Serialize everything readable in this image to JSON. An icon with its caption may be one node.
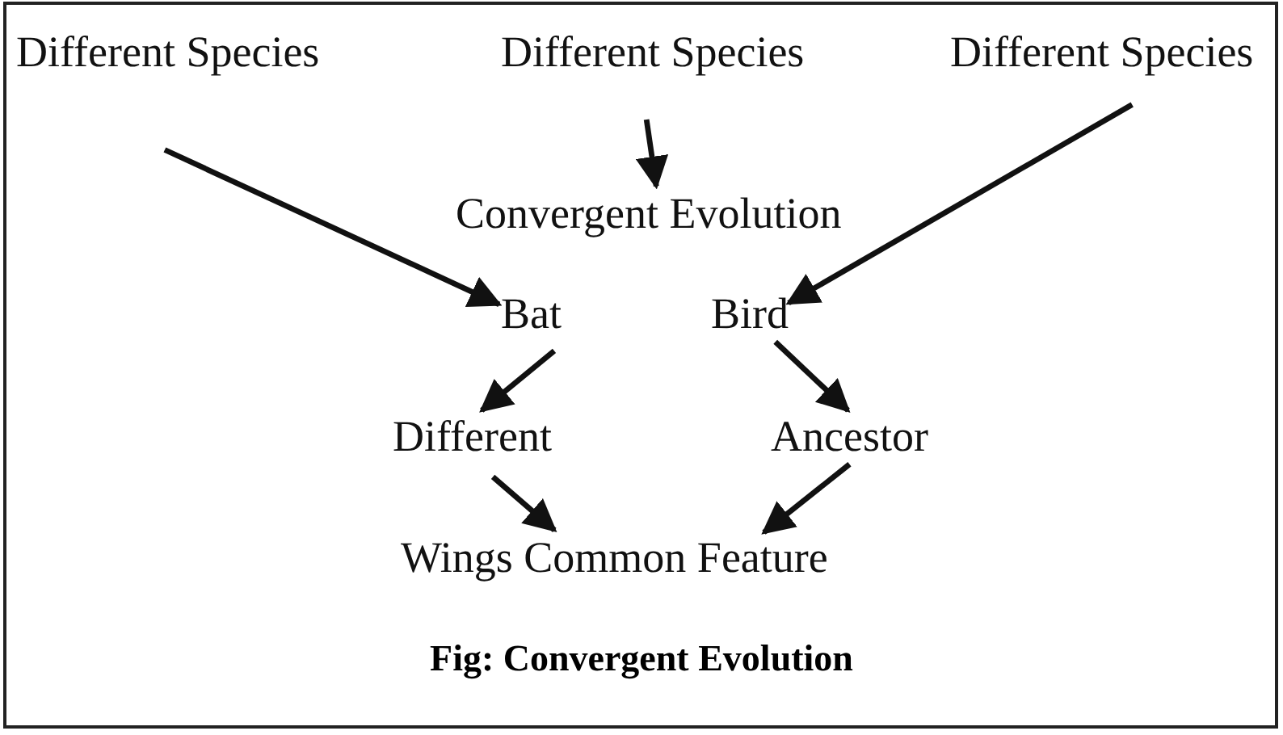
{
  "diagram": {
    "caption": "Fig: Convergent Evolution",
    "nodes": [
      {
        "text": [
          "Different Species"
        ]
      },
      {
        "text": [
          "Different Species"
        ]
      },
      {
        "text": [
          "Different Species"
        ]
      },
      {
        "text": [
          "Convergent Evolution"
        ]
      },
      {
        "text": [
          "Bat"
        ]
      },
      {
        "text": [
          "Bird"
        ]
      },
      {
        "text": [
          "Different"
        ]
      },
      {
        "text": [
          "Ancestor"
        ]
      },
      {
        "text": [
          "Wings Common Feature"
        ]
      }
    ],
    "edges": [
      {
        "from": 0,
        "to": 4,
        "arrow": "to"
      },
      {
        "from": 1,
        "to": 3,
        "arrow": "to"
      },
      {
        "from": 2,
        "to": 5,
        "arrow": "to"
      },
      {
        "from": 4,
        "to": 6,
        "arrow": "to"
      },
      {
        "from": 5,
        "to": 7,
        "arrow": "to"
      },
      {
        "from": 6,
        "to": 8,
        "arrow": "to"
      },
      {
        "from": 7,
        "to": 8,
        "arrow": "to"
      }
    ]
  }
}
